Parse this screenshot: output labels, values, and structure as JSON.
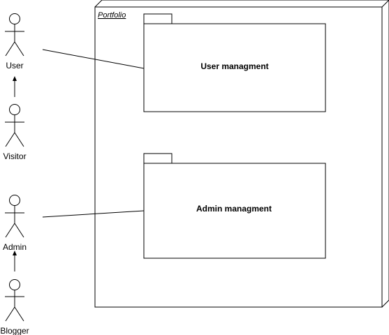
{
  "node": {
    "title": "Portfolio"
  },
  "packages": [
    {
      "label": "User managment"
    },
    {
      "label": "Admin managment"
    }
  ],
  "actors": [
    {
      "id": "user",
      "label": "User"
    },
    {
      "id": "visitor",
      "label": "Visitor"
    },
    {
      "id": "admin",
      "label": "Admin"
    },
    {
      "id": "blogger",
      "label": "Blogger"
    }
  ],
  "relations": [
    {
      "type": "generalization",
      "from": "Visitor",
      "to": "User"
    },
    {
      "type": "generalization",
      "from": "Blogger",
      "to": "Admin"
    },
    {
      "type": "association",
      "from": "User",
      "to": "User managment"
    },
    {
      "type": "association",
      "from": "Admin",
      "to": "Admin managment"
    }
  ],
  "colors": {
    "stroke": "#000000",
    "fill": "#ffffff"
  }
}
